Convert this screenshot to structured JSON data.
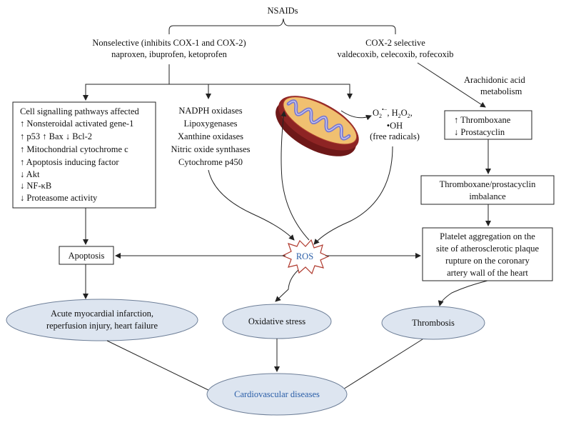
{
  "title": "NSAIDs",
  "nonselective": {
    "line1": "Nonselective (inhibits COX-1 and COX-2)",
    "line2": "naproxen, ibuprofen, ketoprofen"
  },
  "cox2": {
    "line1": "COX-2 selective",
    "line2": "valdecoxib, celecoxib, rofecoxib"
  },
  "arachidonic": {
    "line1": "Arachidonic acid",
    "line2": "metabolism"
  },
  "signalling": {
    "heading": "Cell signalling pathways affected",
    "items": [
      "↑ Nonsteroidal activated gene-1",
      "↑ p53 ↑ Bax ↓ Bcl-2",
      "↑ Mitochondrial cytochrome c",
      "↑ Apoptosis inducing factor",
      "↓ Akt",
      "↓ NF-κB",
      "↓ Proteasome activity"
    ]
  },
  "enzymes": [
    "NADPH oxidases",
    "Lipoxygenases",
    "Xanthine oxidases",
    "Nitric oxide synthases",
    "Cytochrome p450"
  ],
  "radicals": {
    "o2": "O",
    "o2_sub": "2",
    "o2_sup": "•−",
    "h2o2_a": ", H",
    "h2o2_sub1": "2",
    "h2o2_b": "O",
    "h2o2_sub2": "2",
    "h2o2_c": ",",
    "oh": "•OH",
    "note": "(free radicals)"
  },
  "thromboxane_box": {
    "line1": "↑ Thromboxane",
    "line2": "↓ Prostacyclin"
  },
  "imbalance": {
    "line1": "Thromboxane/prostacyclin",
    "line2": "imbalance"
  },
  "platelet": {
    "line1": "Platelet aggregation on the",
    "line2": "site of atherosclerotic plaque",
    "line3": "rupture on the coronary",
    "line4": "artery wall of the heart"
  },
  "apoptosis": "Apoptosis",
  "ros": "ROS",
  "outcomes": {
    "ami_line1": "Acute myocardial infarction,",
    "ami_line2": "reperfusion injury, heart failure",
    "oxidative": "Oxidative stress",
    "thrombosis": "Thrombosis"
  },
  "cvd": "Cardiovascular diseases",
  "colors": {
    "ellipse_fill": "#dde5f0",
    "cvd_text": "#2a5ea8",
    "ros_star": "#b03a2e",
    "mito_outer": "#8e2424",
    "mito_inner": "#f0c070",
    "mito_cristae": "#7a7ad0"
  }
}
